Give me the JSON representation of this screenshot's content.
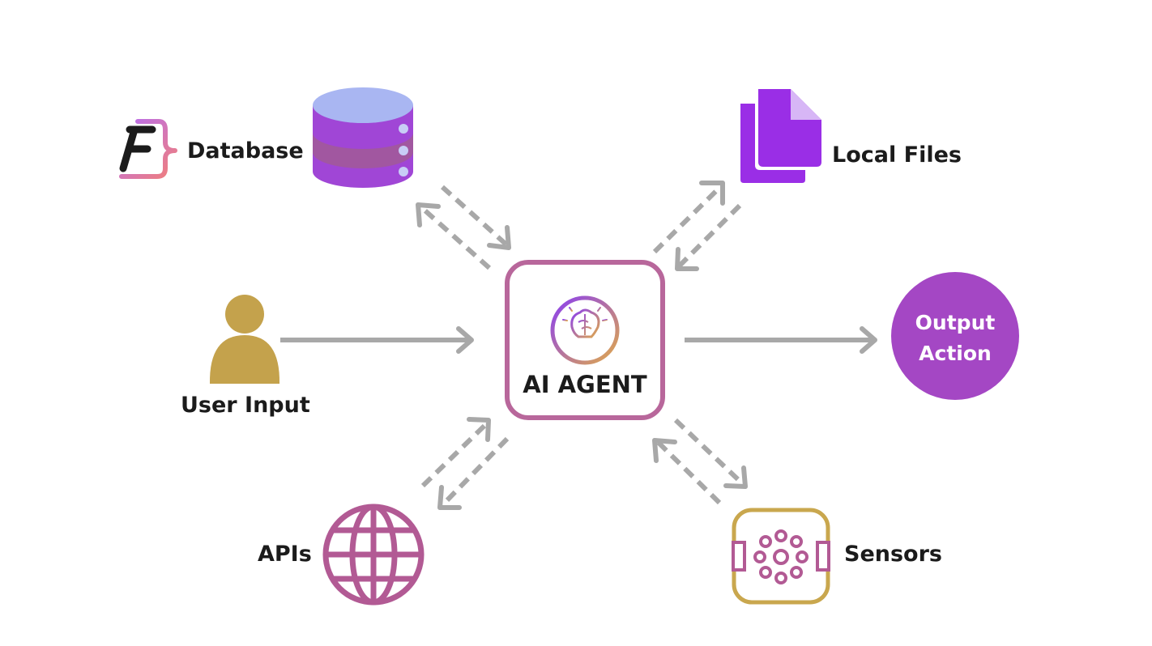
{
  "agent": {
    "title": "AI AGENT"
  },
  "nodes": {
    "database": "Database",
    "local_files": "Local Files",
    "user_input": "User Input",
    "apis": "APIs",
    "sensors": "Sensors",
    "output": {
      "line1": "Output",
      "line2": "Action"
    }
  },
  "logo": {
    "letter": "F"
  },
  "colors": {
    "agent_border": "#b8679b",
    "arrow": "#a8a8a8",
    "database_top": "#a9b6f2",
    "database_body": "#a046d6",
    "files": "#9a2ee6",
    "user": "#c4a24c",
    "output": "#a447c4",
    "apis": "#b25a94",
    "sensors_border": "#c9a74e",
    "sensors_dots": "#b25a94"
  }
}
